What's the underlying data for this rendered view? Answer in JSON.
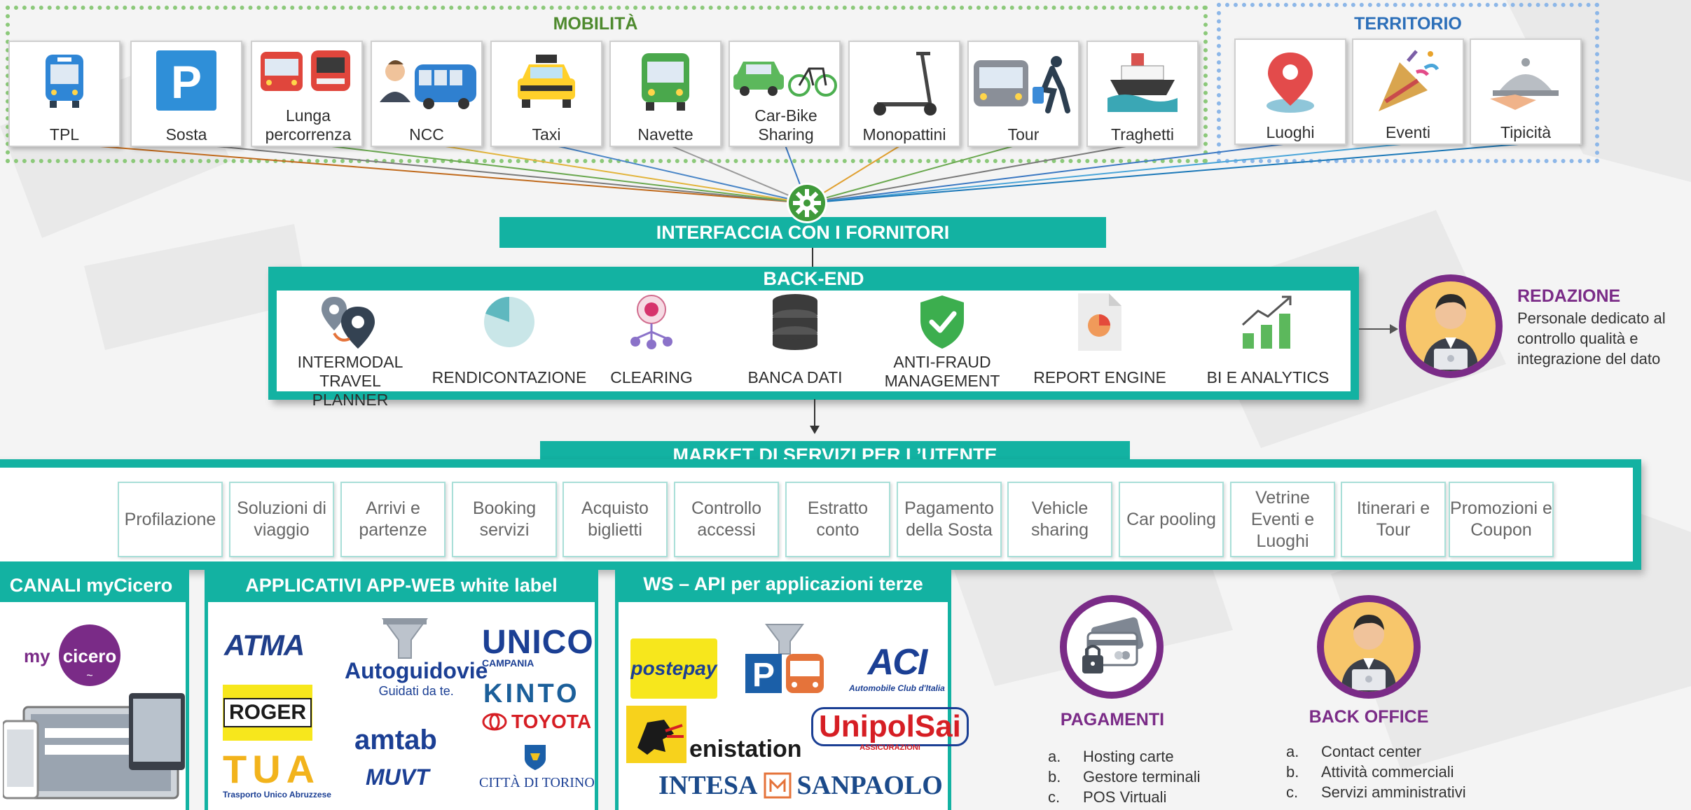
{
  "colors": {
    "teal": "#13b2a2",
    "mobility_green": "#6db33f",
    "territory_blue": "#4a8fd6",
    "purple": "#7a2b87"
  },
  "mobilita": {
    "title": "MOBILITÀ",
    "items": [
      {
        "label": "TPL",
        "icon": "bus-icon"
      },
      {
        "label": "Sosta",
        "icon": "parking-icon"
      },
      {
        "label": "Lunga percorrenza",
        "icon": "coach-train-icon"
      },
      {
        "label": "NCC",
        "icon": "driver-van-icon"
      },
      {
        "label": "Taxi",
        "icon": "taxi-icon"
      },
      {
        "label": "Navette",
        "icon": "shuttle-icon"
      },
      {
        "label": "Car-Bike Sharing",
        "icon": "car-bike-icon"
      },
      {
        "label": "Monopattini",
        "icon": "scooter-icon"
      },
      {
        "label": "Tour",
        "icon": "tourist-bus-icon"
      },
      {
        "label": "Traghetti",
        "icon": "ferry-icon"
      }
    ]
  },
  "territorio": {
    "title": "TERRITORIO",
    "items": [
      {
        "label": "Luoghi",
        "icon": "map-pin-icon"
      },
      {
        "label": "Eventi",
        "icon": "party-popper-icon"
      },
      {
        "label": "Tipicità",
        "icon": "cloche-icon"
      }
    ]
  },
  "interfaccia": {
    "title": "INTERFACCIA CON I FORNITORI",
    "icon": "gear-icon"
  },
  "backend": {
    "title": "BACK-END",
    "items": [
      {
        "label": "INTERMODAL TRAVEL PLANNER",
        "icon": "route-pins-icon"
      },
      {
        "label": "RENDICONTAZIONE",
        "icon": "pie-icon"
      },
      {
        "label": "CLEARING",
        "icon": "network-icon"
      },
      {
        "label": "BANCA DATI",
        "icon": "database-icon"
      },
      {
        "label": "ANTI-FRAUD MANAGEMENT",
        "icon": "shield-check-icon"
      },
      {
        "label": "REPORT ENGINE",
        "icon": "report-icon"
      },
      {
        "label": "BI E ANALYTICS",
        "icon": "bar-chart-icon"
      }
    ]
  },
  "redazione": {
    "title": "REDAZIONE",
    "description": "Personale dedicato al controllo qualità e integrazione del dato"
  },
  "market": {
    "title": "MARKET DI SERVIZI PER L’UTENTE",
    "services": [
      "Profilazione",
      "Soluzioni di viaggio",
      "Arrivi e partenze",
      "Booking servizi",
      "Acquisto biglietti",
      "Controllo accessi",
      "Estratto conto",
      "Pagamento della Sosta",
      "Vehicle sharing",
      "Car pooling",
      "Vetrine Eventi e Luoghi",
      "Itinerari e Tour",
      "Promozioni e Coupon"
    ]
  },
  "canali": {
    "title": "CANALI myCicero",
    "logo": "mycicero"
  },
  "applicativi": {
    "title": "APPLICATIVI APP-WEB white label",
    "logos": [
      "ATMA",
      "Autoguidovie",
      "Guidati da te.",
      "UNICO",
      "CAMPANIA",
      "KINTO",
      "TOYOTA",
      "ROGER",
      "amtab",
      "MUVT",
      "TUA",
      "Trasporto Unico Abruzzese",
      "CITTÀ DI TORINO"
    ]
  },
  "ws": {
    "title": "WS – API per applicazioni terze",
    "logos": [
      "postepay",
      "ACI",
      "Automobile Club d'Italia",
      "UnipolSai",
      "ASSICURAZIONI",
      "enistation",
      "INTESA",
      "SANPAOLO"
    ]
  },
  "pagamenti": {
    "title": "PAGAMENTI",
    "items": [
      {
        "marker": "a.",
        "text": "Hosting carte"
      },
      {
        "marker": "b.",
        "text": "Gestore terminali"
      },
      {
        "marker": "c.",
        "text": "POS Virtuali"
      }
    ]
  },
  "backoffice": {
    "title": "BACK OFFICE",
    "items": [
      {
        "marker": "a.",
        "text": "Contact center"
      },
      {
        "marker": "b.",
        "text": "Attività commerciali"
      },
      {
        "marker": "c.",
        "text": "Servizi amministrativi"
      }
    ]
  }
}
